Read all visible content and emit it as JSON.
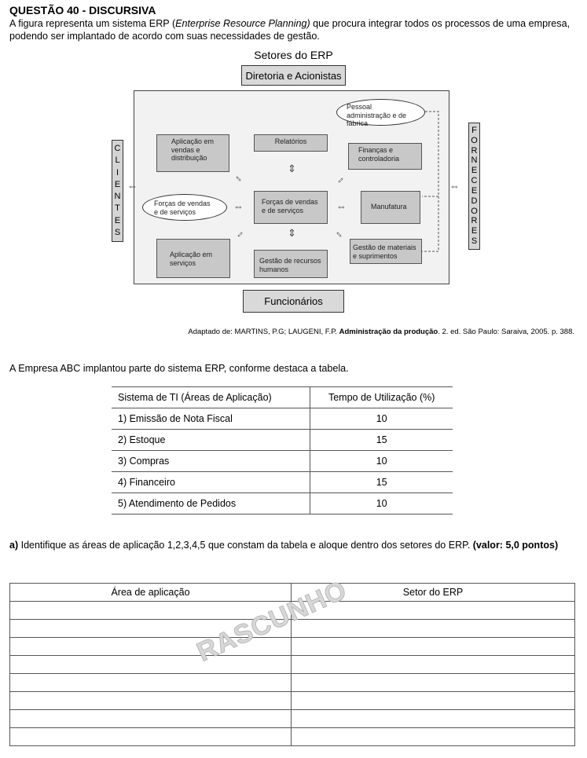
{
  "question": {
    "title": "QUESTÃO 40 - DISCURSIVA",
    "intro_before": "A figura representa um sistema ERP (",
    "intro_italic": "Enterprise Resource Planning)",
    "intro_after": " que procura integrar todos os processos de uma empresa, podendo ser implantado de acordo com suas necessidades de gestão."
  },
  "diagram": {
    "title": "Setores do ERP",
    "top_box": "Diretoria e Acionistas",
    "bottom_box": "Funcionários",
    "left_side": [
      "C",
      "L",
      "I",
      "E",
      "N",
      "T",
      "E",
      "S"
    ],
    "right_side": [
      "F",
      "O",
      "R",
      "N",
      "E",
      "C",
      "E",
      "D",
      "O",
      "R",
      "E",
      "S"
    ],
    "boxes": {
      "vendas_distribuicao": "Aplicação em vendas e distribuição",
      "relatorios": "Relatórios",
      "financas": "Finanças e controladoria",
      "centro": "Forças de vendas e de serviços",
      "manufatura": "Manufatura",
      "aplicacao_servicos": "Aplicação em serviços",
      "recursos_humanos": "Gestão de recursos humanos",
      "materiais": "Gestão de materiais e suprimentos"
    },
    "ellipses": {
      "pessoal": "Pessoal administração e de fábrica",
      "forcas": "Forças de vendas e de serviços"
    }
  },
  "source": {
    "before": "Adaptado de: MARTINS, P.G; LAUGENI, F.P. ",
    "bold": "Administração da produção",
    "after": ". 2. ed. São Paulo: Saraiva, 2005. p. 388."
  },
  "paragraph": "A Empresa ABC implantou parte do sistema ERP, conforme destaca a tabela.",
  "table1": {
    "headers": [
      "Sistema de TI (Áreas de Aplicação)",
      "Tempo de Utilização (%)"
    ],
    "rows": [
      [
        "1)  Emissão de Nota Fiscal",
        "10"
      ],
      [
        "2)  Estoque",
        "15"
      ],
      [
        "3)  Compras",
        "10"
      ],
      [
        "4)  Financeiro",
        "15"
      ],
      [
        "5)  Atendimento de Pedidos",
        "10"
      ]
    ]
  },
  "question_a": {
    "label": "a)",
    "text": " Identifique as áreas de aplicação 1,2,3,4,5 que constam da tabela e aloque dentro dos setores do ERP. ",
    "value": "(valor: 5,0 pontos)"
  },
  "answer_table": {
    "headers": [
      "Área de aplicação",
      "Setor do ERP"
    ]
  },
  "watermark": "RASCUNHO"
}
